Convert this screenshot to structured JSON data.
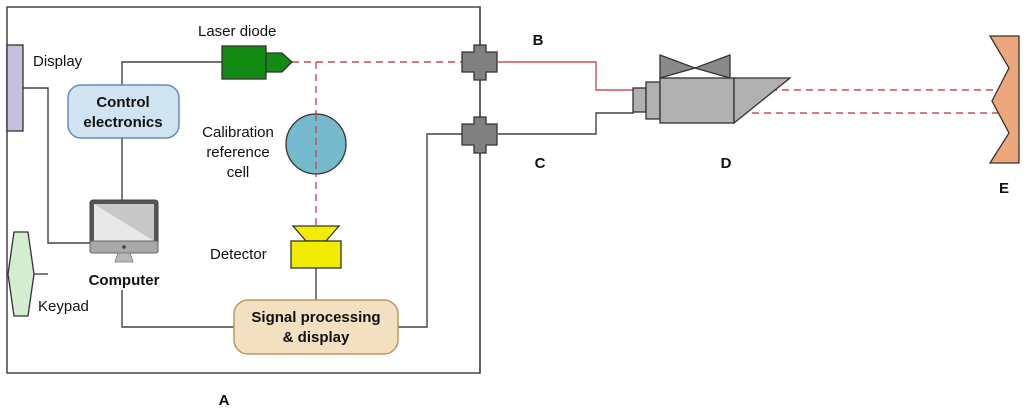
{
  "diagram": {
    "type": "block-diagram",
    "labels": {
      "laser_diode": "Laser diode",
      "display": "Display",
      "control_electronics_line1": "Control",
      "control_electronics_line2": "electronics",
      "calibration_line1": "Calibration",
      "calibration_line2": "reference",
      "calibration_line3": "cell",
      "detector": "Detector",
      "computer": "Computer",
      "keypad": "Keypad",
      "signal_line1": "Signal processing",
      "signal_line2": "& display",
      "A": "A",
      "B": "B",
      "C": "C",
      "D": "D",
      "E": "E"
    },
    "colors": {
      "laser": "#138a13",
      "control_box": "#cfe4f0",
      "control_border": "#6a8ab8",
      "calibration_cell": "#74b9cc",
      "detector": "#f2ec00",
      "signal_box": "#f2e0c0",
      "signal_border": "#b89a60",
      "display": "#c8bedd",
      "keypad": "#d4ecd0",
      "connector": "#808080",
      "telescope": "#b0b0b0",
      "retroreflector": "#eea77a",
      "beam": "#c0505a"
    }
  }
}
